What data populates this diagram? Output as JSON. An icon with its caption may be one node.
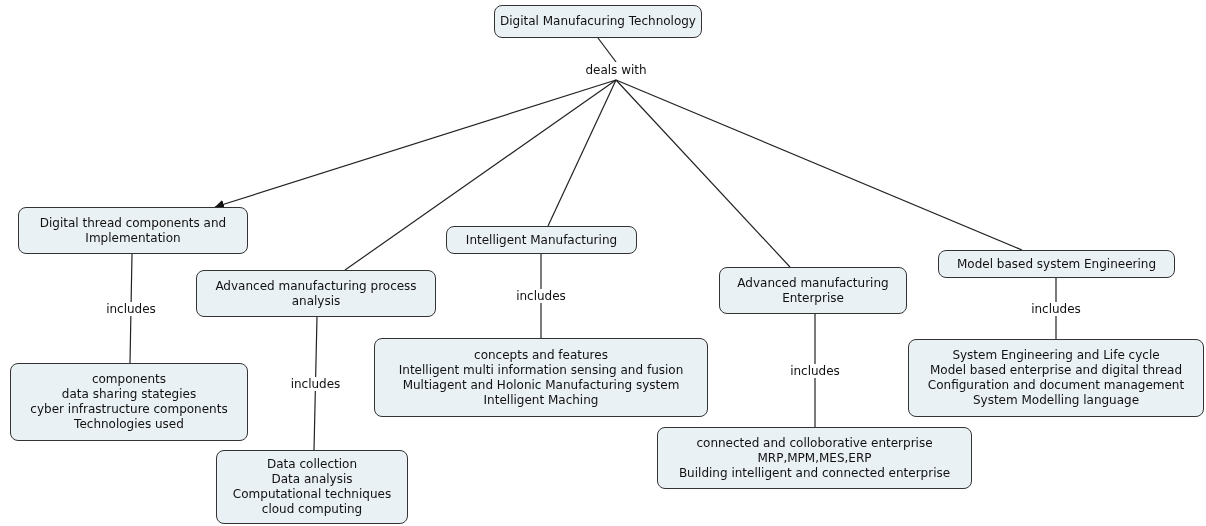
{
  "diagram": {
    "nodes": [
      {
        "text": [
          "Digital Manufacuring Technology"
        ]
      },
      {
        "text": [
          "deals with"
        ]
      },
      {
        "text": [
          "Digital thread components and Implementation"
        ]
      },
      {
        "text": [
          "Advanced manufacturing process analysis"
        ]
      },
      {
        "text": [
          "Intelligent Manufacturing"
        ]
      },
      {
        "text": [
          "Advanced manufacturing Enterprise"
        ]
      },
      {
        "text": [
          "Model based system Engineering"
        ]
      },
      {
        "text": [
          "components",
          "data sharing stategies",
          "cyber infrastructure components",
          "Technologies used"
        ]
      },
      {
        "text": [
          "Data collection",
          "Data analysis",
          "Computational techniques",
          "cloud computing"
        ]
      },
      {
        "text": [
          "concepts and features",
          "Intelligent multi information sensing and fusion",
          "Multiagent and Holonic Manufacturing system",
          "Intelligent Maching"
        ]
      },
      {
        "text": [
          "connected and colloborative enterprise",
          "MRP,MPM,MES,ERP",
          "Building intelligent and connected enterprise"
        ]
      },
      {
        "text": [
          "System Engineering and Life cycle",
          "Model based enterprise and digital thread",
          "Configuration and document management",
          "System Modelling language"
        ]
      }
    ],
    "edges": [
      {
        "from": 0,
        "to": 1,
        "arrow": "none"
      },
      {
        "from": 1,
        "to": 2,
        "arrow": "to"
      },
      {
        "from": 1,
        "to": 3,
        "arrow": "none"
      },
      {
        "from": 1,
        "to": 4,
        "arrow": "none"
      },
      {
        "from": 1,
        "to": 5,
        "arrow": "none"
      },
      {
        "from": 1,
        "to": 6,
        "arrow": "none"
      },
      {
        "from": 2,
        "to": 7,
        "arrow": "none",
        "label": "includes"
      },
      {
        "from": 3,
        "to": 8,
        "arrow": "none",
        "label": "includes"
      },
      {
        "from": 4,
        "to": 9,
        "arrow": "none",
        "label": "includes"
      },
      {
        "from": 5,
        "to": 10,
        "arrow": "none",
        "label": "includes"
      },
      {
        "from": 6,
        "to": 11,
        "arrow": "none",
        "label": "includes"
      }
    ]
  }
}
